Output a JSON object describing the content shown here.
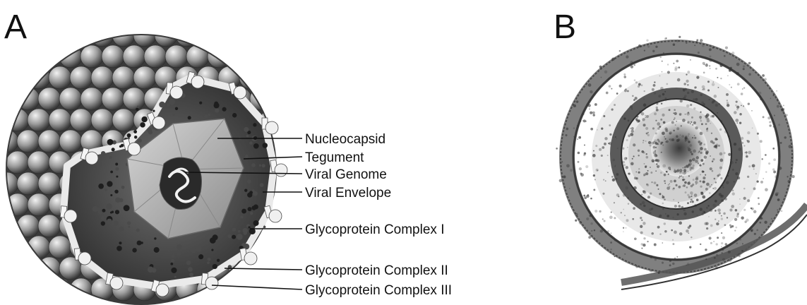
{
  "panels": {
    "a_label": "A",
    "b_label": "B"
  },
  "callouts": [
    {
      "id": "nucleocapsid",
      "label": "Nucleocapsid"
    },
    {
      "id": "tegument",
      "label": "Tegument"
    },
    {
      "id": "viral-genome",
      "label": "Viral Genome"
    },
    {
      "id": "viral-envelope",
      "label": "Viral Envelope"
    },
    {
      "id": "glycoprotein-complex-1",
      "label": "Glycoprotein Complex I"
    },
    {
      "id": "glycoprotein-complex-2",
      "label": "Glycoprotein Complex II"
    },
    {
      "id": "glycoprotein-complex-3",
      "label": "Glycoprotein Complex III"
    }
  ]
}
